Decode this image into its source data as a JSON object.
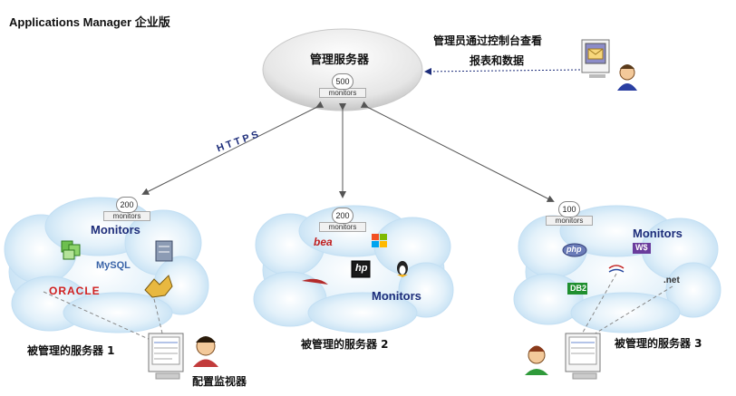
{
  "title": "Applications Manager 企业版",
  "admin_text_line1": "管理员通过控制台查看",
  "admin_text_line2": "报表和数据",
  "central": {
    "name": "管理服务器",
    "count": "500",
    "unit": "monitors"
  },
  "protocol": "HTTPS",
  "servers": [
    {
      "name": "被管理的服务器 1",
      "count": "200",
      "unit": "monitors",
      "heading": "Monitors",
      "logos": [
        "MySQL",
        "ORACLE"
      ]
    },
    {
      "name": "被管理的服务器 2",
      "count": "200",
      "unit": "monitors",
      "heading": "Monitors",
      "logos": [
        "bea",
        "hp"
      ]
    },
    {
      "name": "被管理的服务器 3",
      "count": "100",
      "unit": "monitors",
      "heading": "Monitors",
      "logos": [
        "php",
        "W$",
        "DB2",
        ".net"
      ]
    }
  ],
  "config_label": "配置监视器",
  "colors": {
    "cloud": "#cfe6f6",
    "cloud_edge": "#b9d9f0",
    "arrow": "#555555",
    "dotted": "#1d2d7a",
    "monitors_text": "#1d2d7a"
  }
}
